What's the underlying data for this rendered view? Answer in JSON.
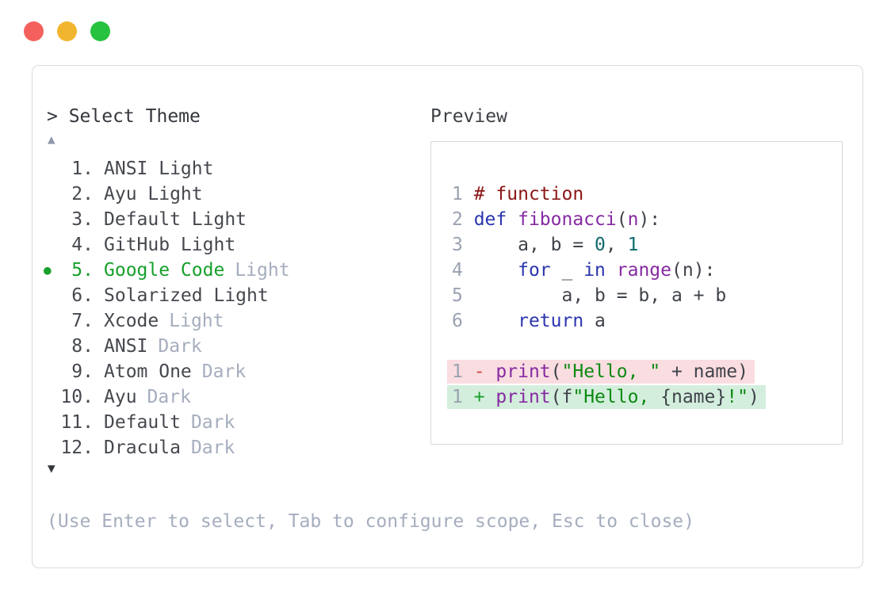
{
  "window": {
    "controls": [
      {
        "name": "close-window-button",
        "color": "#f4615d"
      },
      {
        "name": "minimize-window-button",
        "color": "#f2b52e"
      },
      {
        "name": "zoom-window-button",
        "color": "#27c23f"
      }
    ]
  },
  "selector": {
    "prompt": "> Select Theme",
    "scroll_up_icon": "▲",
    "scroll_down_icon": "▼",
    "items": [
      {
        "num": "1.",
        "name": "ANSI Light",
        "variant": "",
        "selected": false
      },
      {
        "num": "2.",
        "name": "Ayu Light",
        "variant": "",
        "selected": false
      },
      {
        "num": "3.",
        "name": "Default Light",
        "variant": "",
        "selected": false
      },
      {
        "num": "4.",
        "name": "GitHub Light",
        "variant": "",
        "selected": false
      },
      {
        "num": "5.",
        "name": "Google Code",
        "variant": "Light",
        "selected": true
      },
      {
        "num": "6.",
        "name": "Solarized Light",
        "variant": "",
        "selected": false
      },
      {
        "num": "7.",
        "name": "Xcode",
        "variant": "Light",
        "selected": false
      },
      {
        "num": "8.",
        "name": "ANSI",
        "variant": "Dark",
        "selected": false
      },
      {
        "num": "9.",
        "name": "Atom One",
        "variant": "Dark",
        "selected": false
      },
      {
        "num": "10.",
        "name": "Ayu",
        "variant": "Dark",
        "selected": false
      },
      {
        "num": "11.",
        "name": "Default",
        "variant": "Dark",
        "selected": false
      },
      {
        "num": "12.",
        "name": "Dracula",
        "variant": "Dark",
        "selected": false
      }
    ],
    "selected_bullet_icon": "●",
    "footer": "(Use Enter to select, Tab to configure scope, Esc to close)"
  },
  "preview": {
    "label": "Preview",
    "lines": [
      {
        "bg": "",
        "tokens": [
          [
            "1 ",
            "ln"
          ],
          [
            "# function",
            "comment"
          ]
        ]
      },
      {
        "bg": "",
        "tokens": [
          [
            "2 ",
            "ln"
          ],
          [
            "def ",
            "keyword"
          ],
          [
            "fibonacci",
            "title"
          ],
          [
            "(",
            "plain"
          ],
          [
            "n",
            "title"
          ],
          [
            "):",
            "plain"
          ]
        ]
      },
      {
        "bg": "",
        "tokens": [
          [
            "3 ",
            "ln"
          ],
          [
            "    a, b = ",
            "plain"
          ],
          [
            "0",
            "number"
          ],
          [
            ", ",
            "plain"
          ],
          [
            "1",
            "number"
          ]
        ]
      },
      {
        "bg": "",
        "tokens": [
          [
            "4 ",
            "ln"
          ],
          [
            "    ",
            "plain"
          ],
          [
            "for",
            "keyword"
          ],
          [
            " _ ",
            "plain"
          ],
          [
            "in",
            "keyword"
          ],
          [
            " ",
            "plain"
          ],
          [
            "range",
            "title"
          ],
          [
            "(n):",
            "plain"
          ]
        ]
      },
      {
        "bg": "",
        "tokens": [
          [
            "5 ",
            "ln"
          ],
          [
            "        a, b = b, a + b",
            "plain"
          ]
        ]
      },
      {
        "bg": "",
        "tokens": [
          [
            "6 ",
            "ln"
          ],
          [
            "    ",
            "plain"
          ],
          [
            "return",
            "keyword"
          ],
          [
            " a",
            "plain"
          ]
        ]
      },
      {
        "bg": "",
        "tokens": []
      },
      {
        "bg": "removed",
        "tokens": [
          [
            "1 ",
            "ln"
          ],
          [
            "- ",
            "del"
          ],
          [
            "print",
            "title"
          ],
          [
            "(",
            "plain"
          ],
          [
            "\"Hello, \"",
            "string"
          ],
          [
            " + name)",
            "plain"
          ]
        ]
      },
      {
        "bg": "added",
        "tokens": [
          [
            "1 ",
            "ln"
          ],
          [
            "+ ",
            "add"
          ],
          [
            "print",
            "title"
          ],
          [
            "(f",
            "plain"
          ],
          [
            "\"Hello, ",
            "string"
          ],
          [
            "{name}",
            "plain"
          ],
          [
            "!\"",
            "string"
          ],
          [
            ")",
            "plain"
          ]
        ]
      }
    ]
  },
  "colors": {
    "selected_green": "#17a02b",
    "muted_text": "#a5adbe",
    "item_text": "#45484e",
    "panel_border": "#d7dbe2",
    "code_comment": "#8c1616",
    "code_keyword": "#2b35ae",
    "code_title": "#862aa1",
    "code_number": "#0e6b6e",
    "code_string": "#0c8a12",
    "diff_removed_bg": "#fadde1",
    "diff_added_bg": "#d4eedd",
    "diff_minus": "#cf4545",
    "diff_plus": "#17a02b"
  }
}
